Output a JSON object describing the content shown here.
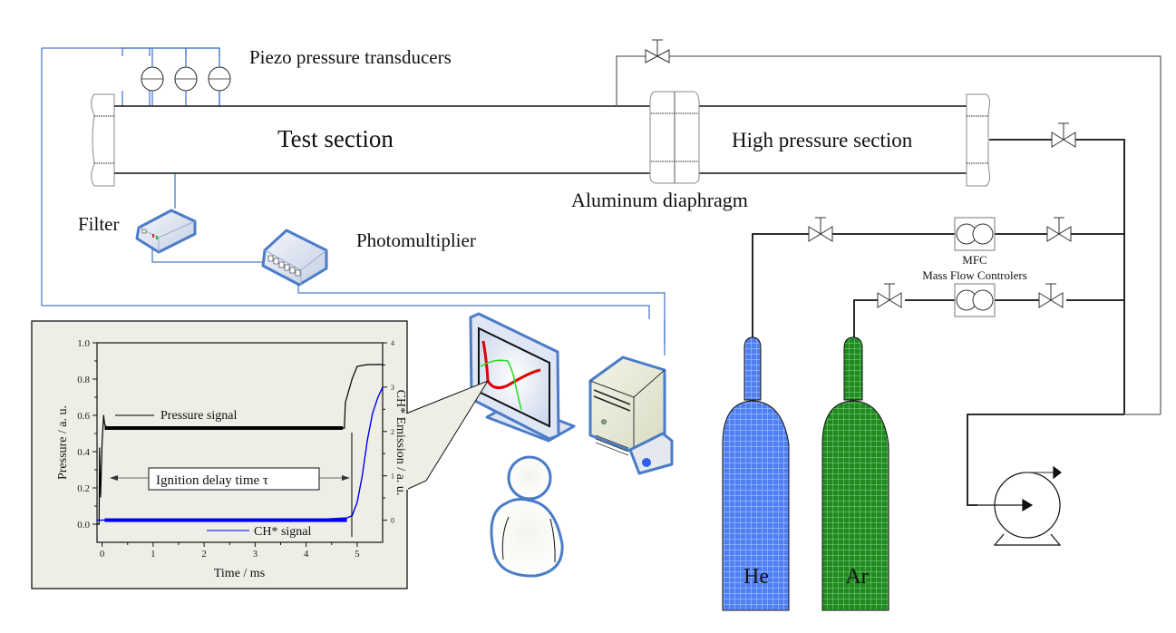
{
  "labels": {
    "piezo": "Piezo pressure transducers",
    "test_section": "Test section",
    "high_pressure_section": "High pressure section",
    "diaphragm": "Aluminum diaphragm",
    "filter": "Filter",
    "photomultiplier": "Photomultiplier",
    "mfc": "MFC",
    "mfc_full": "Mass Flow Controlers",
    "gas_he": "He",
    "gas_ar": "Ar"
  },
  "colors": {
    "signal_wire": "#4a7cc7",
    "pipe": "#111111",
    "helium_cylinder": "#4f7ff0",
    "argon_cylinder": "#1f8a1f",
    "inset_bg": "#eeeee6",
    "pressure_trace": "#000000",
    "ch_trace": "#0000ee",
    "monitor_red": "#e00000",
    "monitor_green": "#22dd22"
  },
  "chart_data": {
    "type": "line",
    "title": "",
    "xlabel": "Time / ms",
    "ylabel": "Pressure / a. u.",
    "y2label": "CH* Emission / a. u.",
    "xlim": [
      -0.1,
      5.5
    ],
    "ylim": [
      -0.1,
      1.0
    ],
    "y2lim": [
      -0.5,
      4
    ],
    "xticks": [
      0,
      1,
      2,
      3,
      4,
      5
    ],
    "yticks": [
      0.0,
      0.2,
      0.4,
      0.6,
      0.8,
      1.0
    ],
    "y2ticks": [
      0,
      1,
      2,
      3,
      4
    ],
    "grid": false,
    "legend": [
      {
        "name": "Pressure signal",
        "position": "upper-left"
      },
      {
        "name": "CH* signal",
        "position": "bottom-center"
      }
    ],
    "annotation": "Ignition delay time  τ",
    "series": [
      {
        "name": "Pressure signal",
        "axis": "left",
        "x": [
          -0.1,
          -0.06,
          -0.05,
          -0.03,
          0.0,
          0.03,
          0.05,
          0.1,
          0.5,
          1.0,
          2.0,
          3.0,
          4.0,
          4.7,
          4.75,
          4.77,
          4.8,
          4.9,
          5.0,
          5.2,
          5.5
        ],
        "y": [
          0.0,
          0.0,
          0.42,
          0.15,
          0.45,
          0.6,
          0.55,
          0.53,
          0.53,
          0.53,
          0.53,
          0.53,
          0.53,
          0.53,
          0.53,
          0.67,
          0.7,
          0.8,
          0.87,
          0.88,
          0.88
        ]
      },
      {
        "name": "CH* signal",
        "axis": "right",
        "x": [
          -0.1,
          0.0,
          1.0,
          2.0,
          3.0,
          4.0,
          4.8,
          4.9,
          5.0,
          5.1,
          5.2,
          5.3,
          5.4,
          5.5
        ],
        "y": [
          0.0,
          0.0,
          0.0,
          0.0,
          0.0,
          0.0,
          0.05,
          0.1,
          0.4,
          1.0,
          1.8,
          2.4,
          2.75,
          3.0
        ]
      }
    ]
  }
}
